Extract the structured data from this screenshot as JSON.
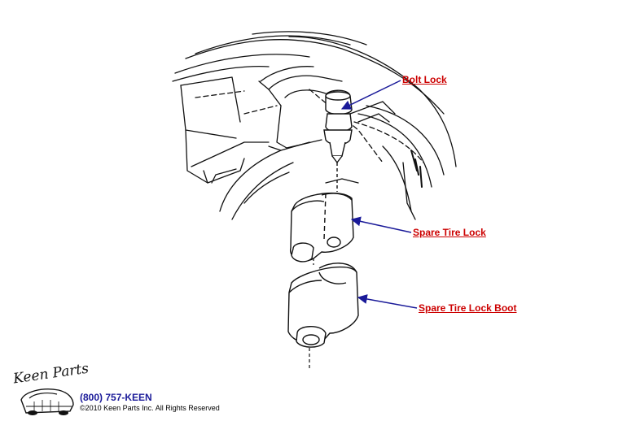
{
  "labels": {
    "bolt_lock": "Bolt Lock",
    "spare_tire_lock": "Spare Tire Lock",
    "spare_tire_lock_boot": "Spare Tire Lock Boot"
  },
  "footer": {
    "logo_text": "Keen Parts",
    "phone": "(800) 757-KEEN",
    "copyright": "©2010 Keen Parts Inc. All Rights Reserved"
  },
  "colors": {
    "label": "#cc0000",
    "arrow": "#1a1a99",
    "phone": "#1a1a99",
    "line": "#111111"
  }
}
